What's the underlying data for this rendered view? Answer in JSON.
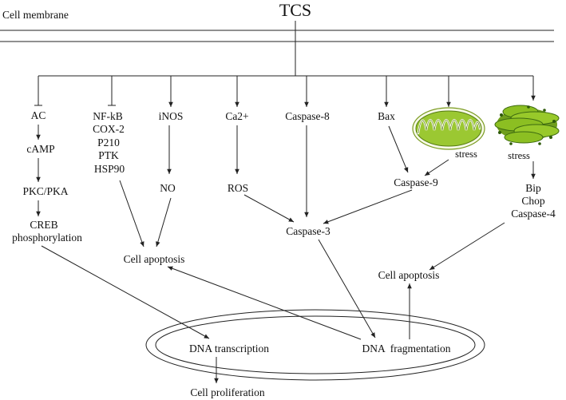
{
  "title": "TCS",
  "membrane_label": "Cell membrane",
  "pathways": {
    "ac": [
      "AC",
      "cAMP",
      "PKC/PKA"
    ],
    "creb": [
      "CREB",
      "phosphorylation"
    ],
    "nfkb": [
      "NF-kB",
      "COX-2",
      "P210",
      "PTK",
      "HSP90"
    ],
    "inos": [
      "iNOS",
      "NO"
    ],
    "ca": [
      "Ca2+",
      "ROS"
    ],
    "caspase8": "Caspase-8",
    "bax": "Bax",
    "mito_stress": "stress",
    "caspase9": "Caspase-9",
    "er_stress": "stress",
    "er_targets": [
      "Bip",
      "Chop",
      "Caspase-4"
    ],
    "caspase3": "Caspase-3"
  },
  "outcomes": {
    "apoptosis_left": "Cell apoptosis",
    "apoptosis_right": "Cell apoptosis",
    "dna_transcription": "DNA transcription",
    "dna_fragmentation": "DNA  fragmentation",
    "proliferation": "Cell proliferation"
  },
  "organelles": [
    "mitochondrion-icon",
    "endoplasmic-reticulum-icon"
  ],
  "colors": {
    "line": "#222222",
    "organelle_green": "#8fbf1a",
    "organelle_dark": "#3d6a10"
  }
}
